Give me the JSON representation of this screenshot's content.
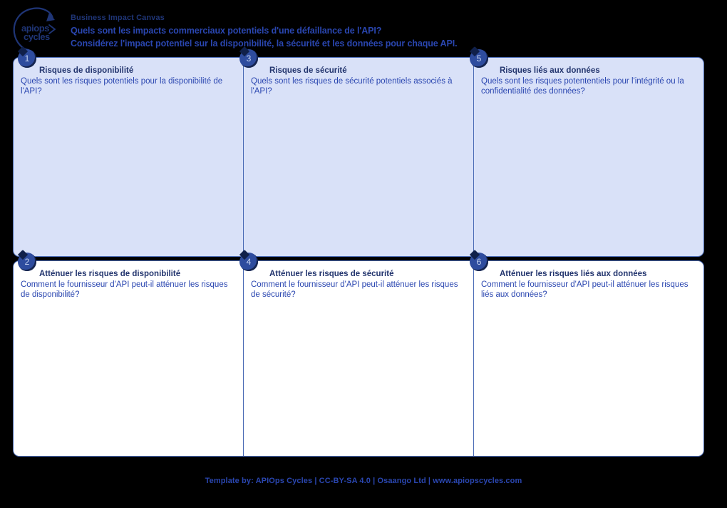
{
  "header": {
    "logo_alt": "apiops cycles",
    "logo_line1": "apiops",
    "logo_line2": "cycles",
    "title": "Business Impact Canvas",
    "question": "Quels sont les impacts commerciaux potentiels d'une défaillance de l'API?",
    "instruction": "Considérez l'impact potentiel sur la disponibilité, la sécurité et les données pour chaque API."
  },
  "colors": {
    "background": "#000000",
    "panel_top_fill": "#d9e1f8",
    "panel_bottom_fill": "#ffffff",
    "border": "#4a6bb5",
    "badge_fill": "#2e4c9e",
    "badge_text": "#c9d6f2",
    "title_text": "#23356e",
    "body_text": "#2a46b0"
  },
  "canvas": {
    "top_row": [
      {
        "number": "1",
        "title": "Risques de disponibilité",
        "question": "Quels sont les risques potentiels pour la disponibilité de l'API?",
        "content": ""
      },
      {
        "number": "3",
        "title": "Risques de sécurité",
        "question": "Quels sont les risques de sécurité potentiels associés à l'API?",
        "content": ""
      },
      {
        "number": "5",
        "title": "Risques liés aux données",
        "question": "Quels sont les risques potententiels pour l'intégrité ou la confidentialité des données?",
        "content": ""
      }
    ],
    "bottom_row": [
      {
        "number": "2",
        "title": "Atténuer les risques de disponibilité",
        "question": "Comment le fournisseur d'API peut-il atténuer les risques de disponibilité?",
        "content": ""
      },
      {
        "number": "4",
        "title": "Atténuer les risques de sécurité",
        "question": "Comment le fournisseur d'API peut-il atténuer les risques de sécurité?",
        "content": ""
      },
      {
        "number": "6",
        "title": "Atténuer les risques liés aux données",
        "question": "Comment le fournisseur d'API peut-il atténuer les risques liés aux données?",
        "content": ""
      }
    ]
  },
  "footer": {
    "text": "Template by: APIOps Cycles | CC-BY-SA 4.0 | Osaango Ltd | www.apiopscycles.com"
  }
}
